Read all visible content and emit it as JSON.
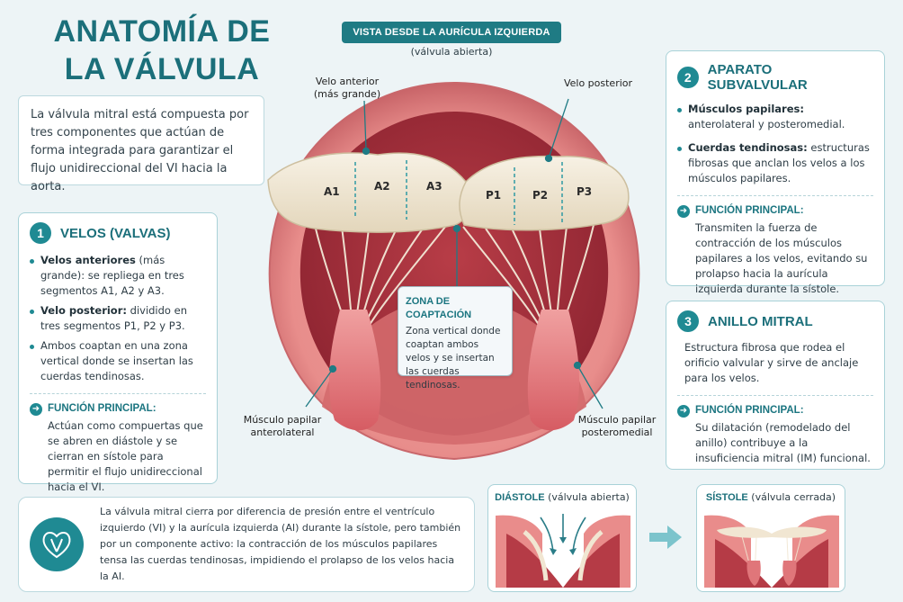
{
  "title_line1": "ANATOMÍA DE",
  "title_line2": "LA VÁLVULA MITRAL",
  "intro": "La válvula mitral está compuesta por tres componentes que actúan de forma integrada para garantizar el flujo unidireccional del VI hacia la aorta.",
  "view": {
    "label": "VISTA DESDE LA AURÍCULA IZQUIERDA",
    "sublabel": "(válvula abierta)"
  },
  "diagram": {
    "anterior_label_1": "Velo anterior",
    "anterior_label_2": "(más grande)",
    "posterior_label": "Velo posterior",
    "segments": [
      "A1",
      "A2",
      "A3",
      "P1",
      "P2",
      "P3"
    ],
    "papilar_ant_1": "Músculo papilar",
    "papilar_ant_2": "anterolateral",
    "papilar_post_1": "Músculo papilar",
    "papilar_post_2": "posteromedial",
    "coaptation_title": "ZONA DE COAPTACIÓN",
    "coaptation_text": "Zona vertical donde coaptan ambos velos y se insertan las cuerdas tendinosas."
  },
  "card1": {
    "number": "1",
    "title": "VELOS (VALVAS)",
    "b1_bold": "Velos anteriores",
    "b1_rest": " (más grande): se repliega en tres segmentos A1, A2 y A3.",
    "b2_bold": "Velo posterior:",
    "b2_rest": " dividido en tres segmentos P1, P2 y P3.",
    "b3": "Ambos coaptan en una zona vertical donde se insertan las cuerdas tendinosas.",
    "fn_title": "FUNCIÓN PRINCIPAL:",
    "fn_text": "Actúan como compuertas que se abren en diástole y se cierran en sístole para permitir el flujo unidireccional hacia el VI."
  },
  "card2": {
    "number": "2",
    "title": "APARATO SUBVALVULAR",
    "b1_bold": "Músculos papilares:",
    "b1_rest": " anterolateral y posteromedial.",
    "b2_bold": "Cuerdas tendinosas:",
    "b2_rest": " estructuras fibrosas que anclan los velos a los músculos papilares.",
    "fn_title": "FUNCIÓN PRINCIPAL:",
    "fn_text": "Transmiten la fuerza de contracción de los músculos papilares a los velos, evitando su prolapso hacia la aurícula izquierda durante la sístole."
  },
  "card3": {
    "number": "3",
    "title": "ANILLO MITRAL",
    "text": "Estructura fibrosa que rodea el orificio valvular y sirve de anclaje para los velos.",
    "fn_title": "FUNCIÓN PRINCIPAL:",
    "fn_text": "Su dilatación (remodelado del anillo) contribuye a la insuficiencia mitral (IM) funcional."
  },
  "bottom_text": "La válvula mitral cierra por diferencia de presión entre el ventrículo izquierdo (VI) y la aurícula izquierda (AI) durante la sístole, pero también por un componente activo: la contracción de los músculos papilares tensa las cuerdas tendinosas, impidiendo el prolapso de los velos hacia la AI.",
  "diastole": {
    "title": "DIÁSTOLE",
    "sub": "(válvula abierta)"
  },
  "systole": {
    "title": "SÍSTOLE",
    "sub": "(válvula cerrada)"
  },
  "colors": {
    "accent": "#1f8a93",
    "heading": "#1b6f7a",
    "muscle": "#d9636a",
    "leaflet": "#efe6d2"
  }
}
